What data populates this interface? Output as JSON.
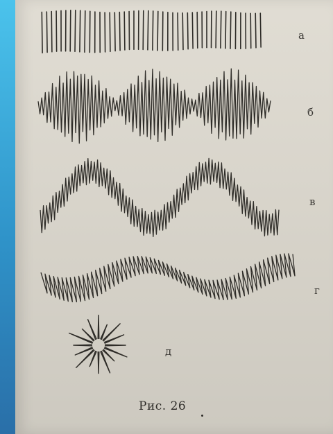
{
  "figure": {
    "labels": [
      "а",
      "б",
      "в",
      "г",
      "д"
    ],
    "caption": "Рис. 26"
  },
  "colors": {
    "paper": "#dedad0",
    "ink": "#2e2c28",
    "background": "#3fb6e4"
  }
}
